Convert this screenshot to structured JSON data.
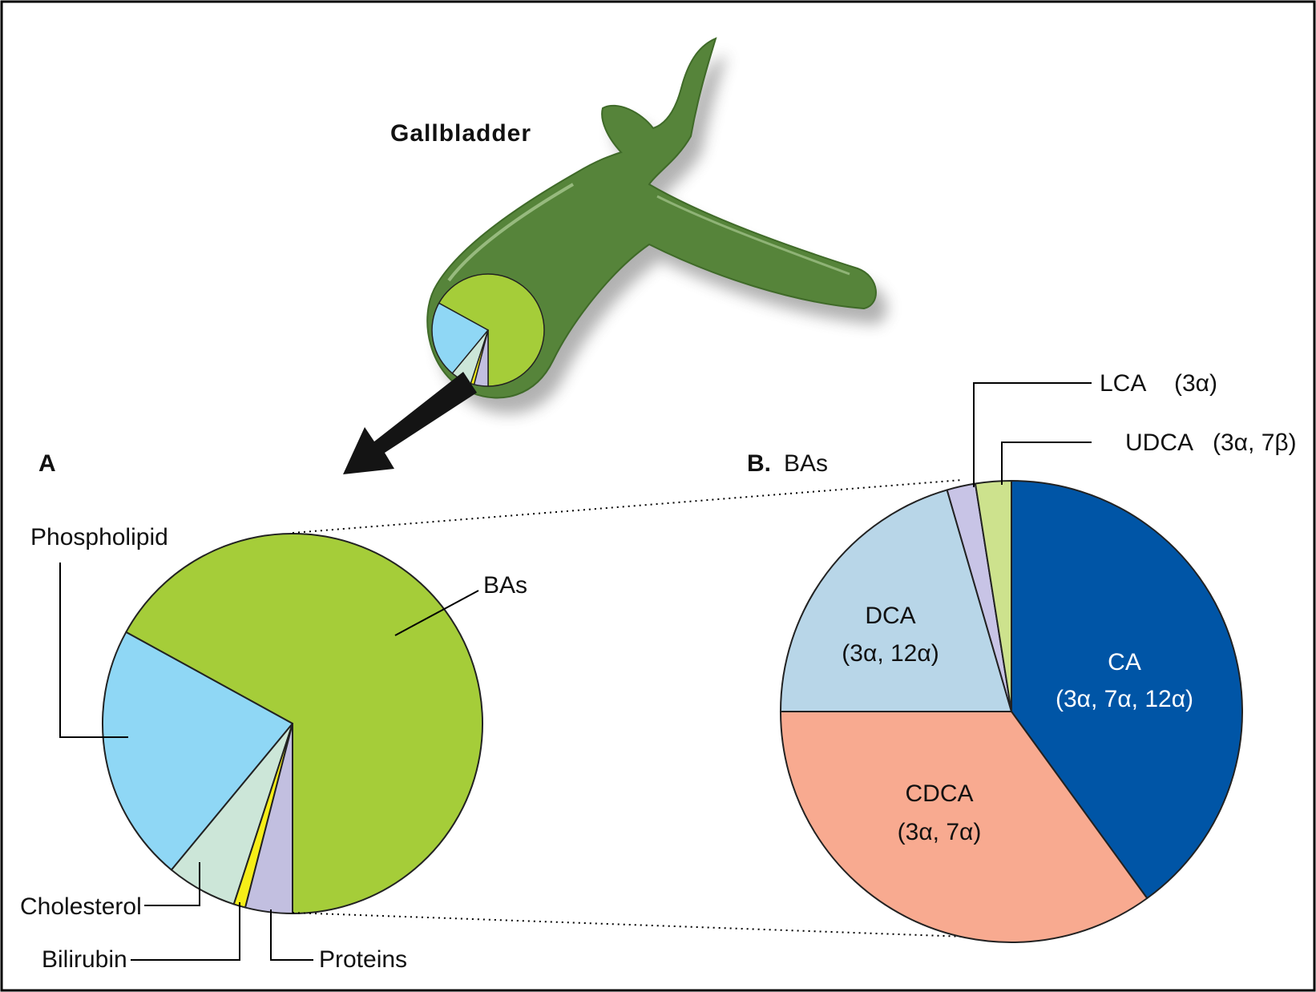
{
  "gallbladder": {
    "title": "Gallbladder"
  },
  "colors": {
    "organ": "#56843a",
    "bas": "#a5cd39",
    "phospholipid": "#8fd7f5",
    "cholesterol": "#cce6d8",
    "bilirubin": "#f6ee18",
    "proteins": "#c2bfe0",
    "ca": "#0055a6",
    "cdca": "#f8aa90",
    "dca": "#b8d6e8",
    "lca": "#c8c4e6",
    "udca": "#cde28d"
  },
  "chart_data": [
    {
      "type": "pie",
      "panel_label": "A",
      "title": "",
      "categories": [
        "BAs",
        "Phospholipid",
        "Cholesterol",
        "Bilirubin",
        "Proteins"
      ],
      "values": [
        67,
        22,
        6,
        1,
        4
      ],
      "colors": [
        "#a5cd39",
        "#8fd7f5",
        "#cce6d8",
        "#f6ee18",
        "#c2bfe0"
      ]
    },
    {
      "type": "pie",
      "panel_label": "B.",
      "title": "BAs",
      "categories": [
        "CA",
        "CDCA",
        "DCA",
        "LCA",
        "UDCA"
      ],
      "sublabels": [
        "(3α, 7α, 12α)",
        "(3α, 7α)",
        "(3α, 12α)",
        "(3α)",
        "(3α, 7β)"
      ],
      "values": [
        40,
        35,
        20.5,
        2,
        2.5
      ],
      "colors": [
        "#0055a6",
        "#f8aa90",
        "#b8d6e8",
        "#c8c4e6",
        "#cde28d"
      ]
    }
  ]
}
